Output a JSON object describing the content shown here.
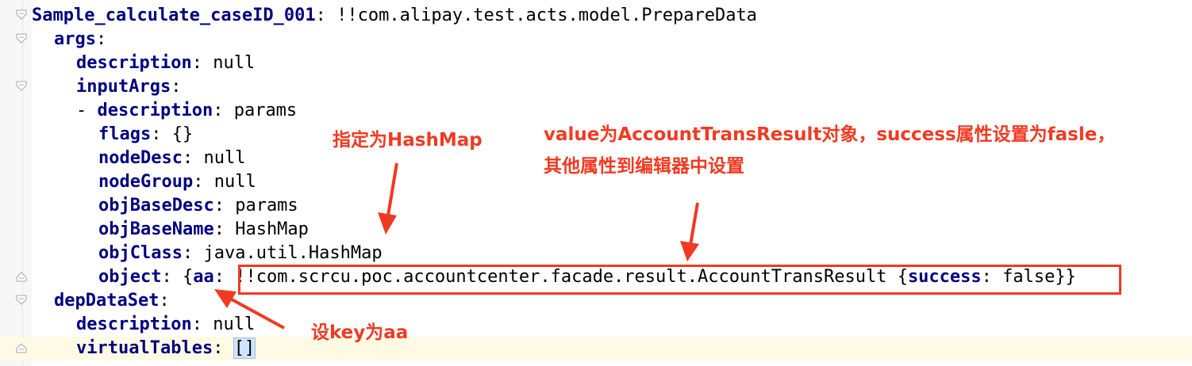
{
  "editor": {
    "lines": [
      {
        "key": "Sample_calculate_caseID_001",
        "sep": ": ",
        "value": "!!com.alipay.test.acts.model.PrepareData"
      },
      {
        "key": "args",
        "sep": ":",
        "value": ""
      },
      {
        "key": "description",
        "sep": ": ",
        "value": "null"
      },
      {
        "key": "inputArgs",
        "sep": ":",
        "value": ""
      },
      {
        "prefix": "- ",
        "key": "description",
        "sep": ": ",
        "value": "params"
      },
      {
        "key": "flags",
        "sep": ": ",
        "value": "{}"
      },
      {
        "key": "nodeDesc",
        "sep": ": ",
        "value": "null"
      },
      {
        "key": "nodeGroup",
        "sep": ": ",
        "value": "null"
      },
      {
        "key": "objBaseDesc",
        "sep": ": ",
        "value": "params"
      },
      {
        "key": "objBaseName",
        "sep": ": ",
        "value": "HashMap"
      },
      {
        "key": "objClass",
        "sep": ": ",
        "value": "java.util.HashMap"
      },
      {
        "key": "object",
        "sep": ": ",
        "open": "{",
        "inner_key": "aa",
        "inner_sep": ": ",
        "class_value": "!!com.scrcu.poc.accountcenter.facade.result.AccountTransResult ",
        "obj_open": "{",
        "field_key": "success",
        "field_sep": ": ",
        "field_value": "false",
        "obj_close": "}",
        "close": "}"
      },
      {
        "key": "depDataSet",
        "sep": ":",
        "value": ""
      },
      {
        "key": "description",
        "sep": ": ",
        "value": "null"
      },
      {
        "key": "virtualTables",
        "sep": ": ",
        "value": "[]"
      }
    ]
  },
  "annotations": {
    "hashmap_note": "指定为HashMap",
    "value_note_line1": "value为AccountTransResult对象，success属性设置为fasle，",
    "value_note_line2": "其他属性到编辑器中设置",
    "key_note": "设key为aa"
  },
  "colors": {
    "annotation": "#f03a22",
    "key": "#000080",
    "current_line": "#fffae3"
  }
}
